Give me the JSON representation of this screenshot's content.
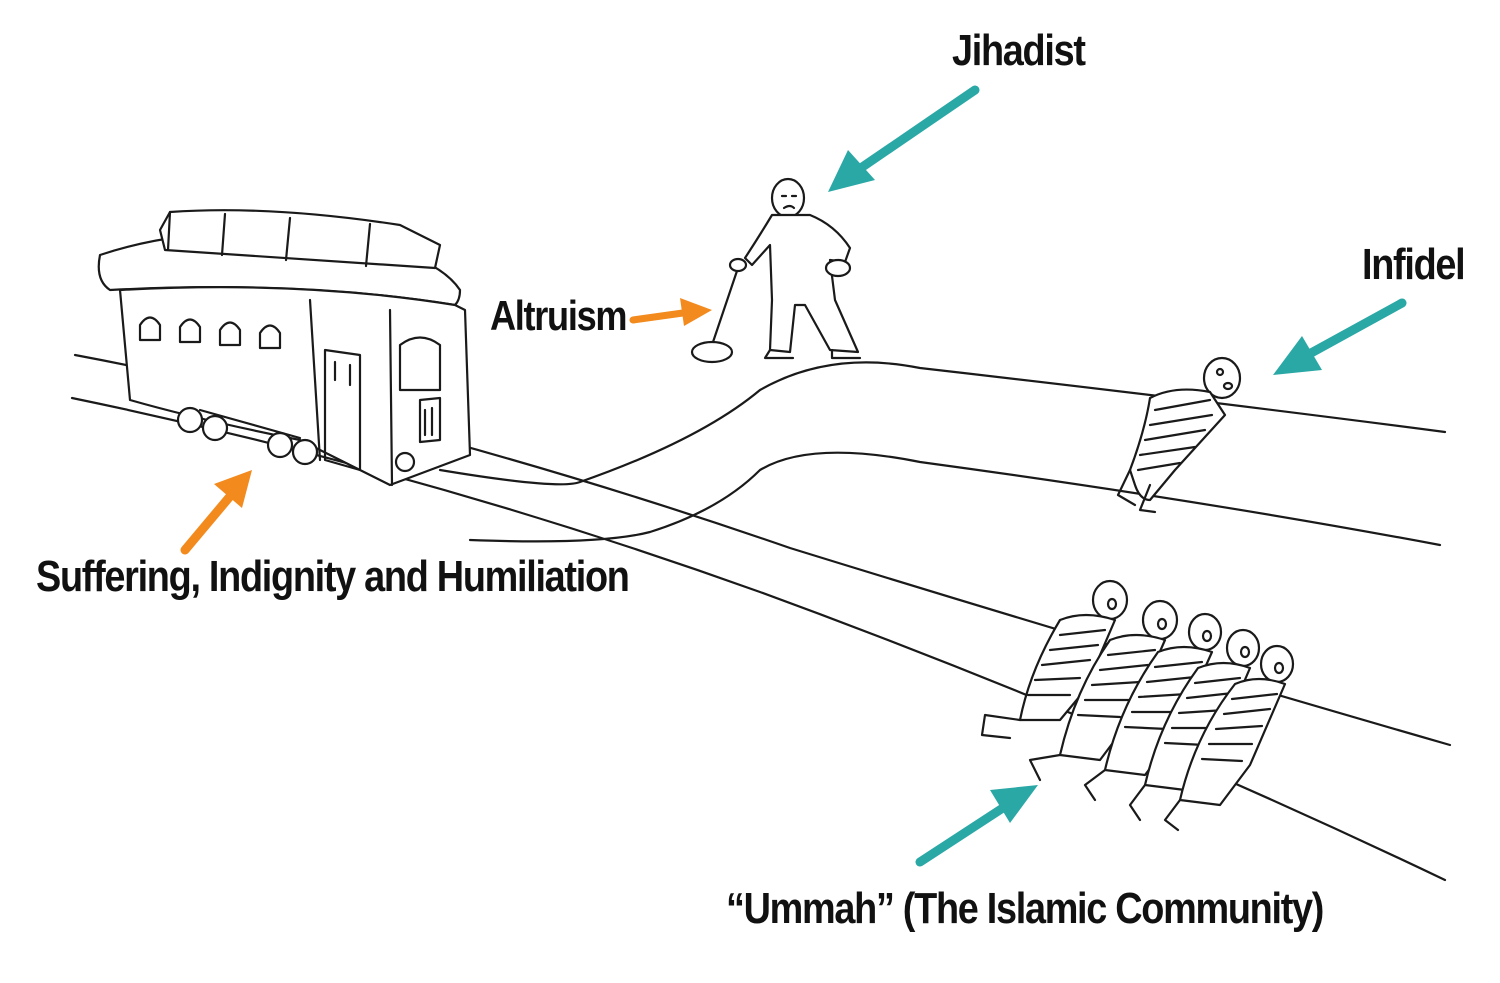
{
  "labels": {
    "jihadist": "Jihadist",
    "infidel": "Infidel",
    "altruism": "Altruism",
    "trolley": "Suffering, Indignity and Humiliation",
    "ummah": "“Ummah” (The Islamic Community)"
  },
  "colors": {
    "teal_arrow": "#2aa8a6",
    "orange_arrow": "#f28a1e",
    "ink": "#1a1a1a"
  },
  "icons": [
    "trolley",
    "person-at-lever",
    "lever",
    "tied-person",
    "tied-group-of-five"
  ]
}
